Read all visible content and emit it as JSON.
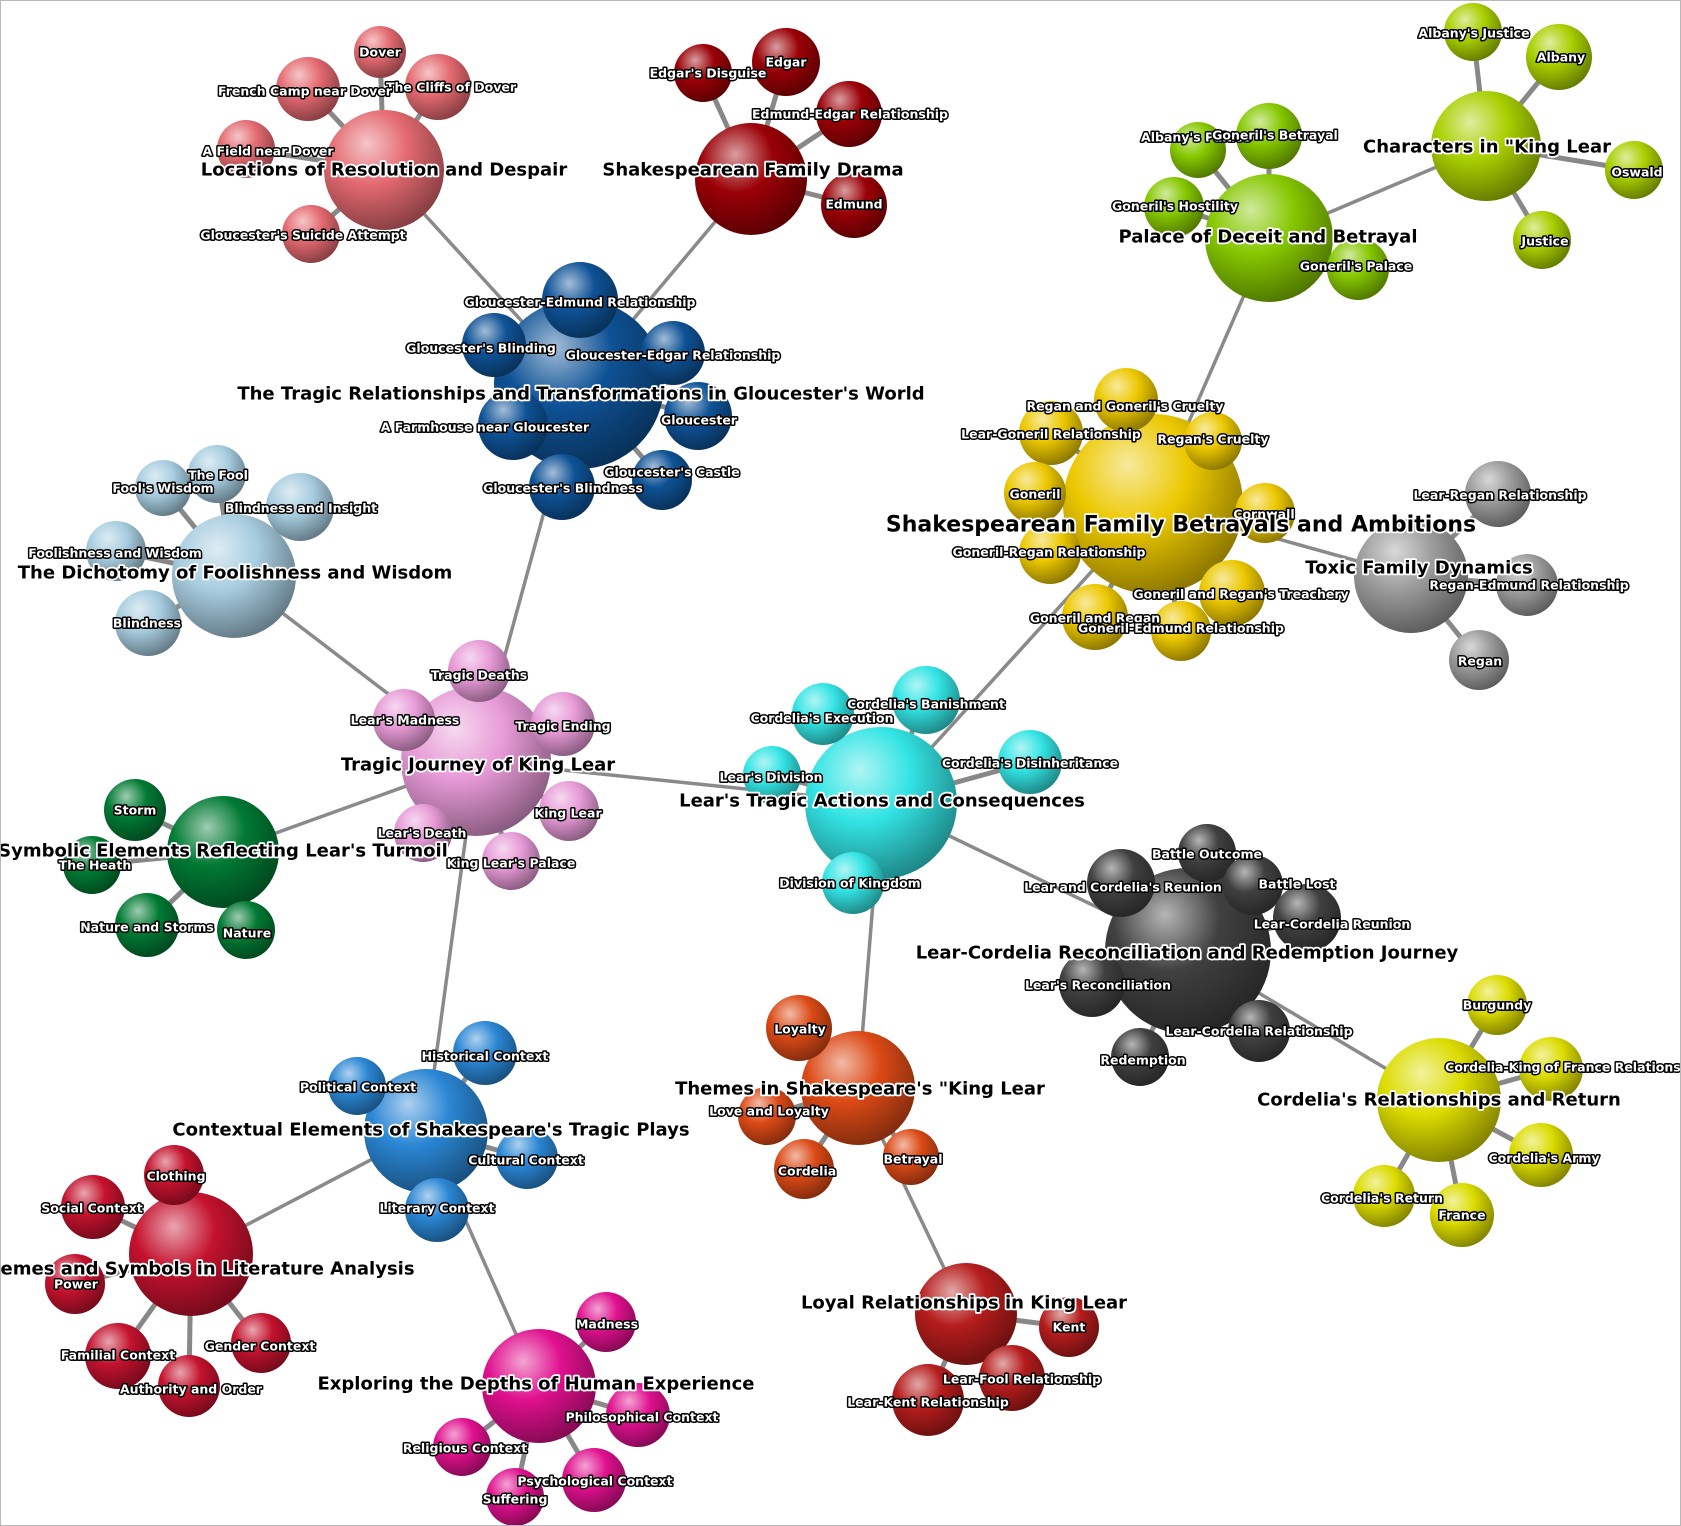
{
  "colors": {
    "salmon": "#e46a70",
    "darkred": "#9a0006",
    "navy": "#0e5296",
    "lightblue": "#a7cde0",
    "pink": "#e79ad7",
    "green": "#007a33",
    "cyan": "#33e4e4",
    "yellowgold": "#ecc800",
    "lime": "#86c800",
    "yellowgreen": "#a9d000",
    "gray": "#9c9c9c",
    "charcoal": "#404040",
    "orange": "#dc4a16",
    "crimson": "#c4122e",
    "steelblue": "#2a86d4",
    "magenta": "#e0108e",
    "brickred": "#b51c1c",
    "yellow": "#dcdc00",
    "edge": "#888888"
  },
  "clusters": [
    {
      "id": "resolution",
      "label": "Locations of Resolution and Despair",
      "color": "salmon",
      "children": [
        "Dover",
        "The Cliffs of Dover",
        "French Camp near Dover",
        "A Field near Dover",
        "Gloucester's Suicide Attempt"
      ]
    },
    {
      "id": "familydrama",
      "label": "Shakespearean Family Drama",
      "color": "darkred",
      "children": [
        "Edgar's Disguise",
        "Edgar",
        "Edmund-Edgar Relationship",
        "Edmund"
      ]
    },
    {
      "id": "gloucester",
      "label": "The Tragic Relationships and Transformations in Gloucester's World",
      "color": "navy",
      "children": [
        "Gloucester-Edmund Relationship",
        "Gloucester's Blinding",
        "Gloucester-Edgar Relationship",
        "A Farmhouse near Gloucester",
        "Gloucester",
        "Gloucester's Castle",
        "Gloucester's Blindness"
      ]
    },
    {
      "id": "foolishness",
      "label": "The Dichotomy of Foolishness and Wisdom",
      "color": "lightblue",
      "children": [
        "The Fool",
        "Fool's Wisdom",
        "Blindness and Insight",
        "Foolishness and Wisdom",
        "Blindness"
      ]
    },
    {
      "id": "journey",
      "label": "Tragic Journey of King Lear",
      "color": "pink",
      "children": [
        "Tragic Deaths",
        "Lear's Madness",
        "Tragic Ending",
        "King Lear",
        "Lear's Death",
        "King Lear's Palace"
      ]
    },
    {
      "id": "symbolic",
      "label": "Symbolic Elements Reflecting Lear's Turmoil",
      "color": "green",
      "children": [
        "Storm",
        "The Heath",
        "Nature and Storms",
        "Nature"
      ]
    },
    {
      "id": "actions",
      "label": "Lear's Tragic Actions and Consequences",
      "color": "cyan",
      "children": [
        "Cordelia's Banishment",
        "Cordelia's Execution",
        "Cordelia's Disinheritance",
        "Lear's Division",
        "Division of Kingdom"
      ]
    },
    {
      "id": "betrayals",
      "label": "Shakespearean Family Betrayals and Ambitions",
      "color": "yellowgold",
      "children": [
        "Regan and Goneril's Cruelty",
        "Lear-Goneril Relationship",
        "Regan's Cruelty",
        "Goneril",
        "Cornwall",
        "Goneril-Regan Relationship",
        "Goneril and Regan's Treachery",
        "Goneril and Regan",
        "Goneril-Edmund Relationship"
      ]
    },
    {
      "id": "palace",
      "label": "Palace of Deceit and Betrayal",
      "color": "lime",
      "children": [
        "Albany's Palace",
        "Goneril's Betrayal",
        "Goneril's Hostility",
        "Goneril's Palace"
      ]
    },
    {
      "id": "characters",
      "label": "Characters in \"King Lear",
      "color": "yellowgreen",
      "children": [
        "Albany's Justice",
        "Albany",
        "Oswald",
        "Justice"
      ]
    },
    {
      "id": "toxic",
      "label": "Toxic Family Dynamics",
      "color": "gray",
      "children": [
        "Lear-Regan Relationship",
        "Regan-Edmund Relationship",
        "Regan"
      ]
    },
    {
      "id": "reconciliation",
      "label": "Lear-Cordelia Reconciliation and Redemption Journey",
      "color": "charcoal",
      "children": [
        "Battle Outcome",
        "Battle Lost",
        "Lear-Cordelia Reunion",
        "Lear and Cordelia's Reunion",
        "Lear's Reconciliation",
        "Lear-Cordelia Relationship",
        "Redemption"
      ]
    },
    {
      "id": "themes",
      "label": "Themes in Shakespeare's \"King Lear",
      "color": "orange",
      "children": [
        "Loyalty",
        "Love and Loyalty",
        "Cordelia",
        "Betrayal"
      ]
    },
    {
      "id": "literature",
      "label": "Themes and Symbols in Literature Analysis",
      "color": "crimson",
      "children": [
        "Clothing",
        "Social Context",
        "Power",
        "Familial Context",
        "Authority and Order",
        "Gender Context"
      ]
    },
    {
      "id": "contextual",
      "label": "Contextual Elements of Shakespeare's Tragic Plays",
      "color": "steelblue",
      "children": [
        "Historical Context",
        "Political Context",
        "Cultural Context",
        "Literary Context"
      ]
    },
    {
      "id": "depths",
      "label": "Exploring the Depths of Human Experience",
      "color": "magenta",
      "children": [
        "Madness",
        "Philosophical Context",
        "Religious Context",
        "Psychological Context",
        "Suffering"
      ]
    },
    {
      "id": "loyal",
      "label": "Loyal Relationships in King Lear",
      "color": "brickred",
      "children": [
        "Kent",
        "Lear-Fool Relationship",
        "Lear-Kent Relationship"
      ]
    },
    {
      "id": "cordelia",
      "label": "Cordelia's Relationships and Return",
      "color": "yellow",
      "children": [
        "Burgundy",
        "Cordelia-King of France Relationship",
        "Cordelia's Army",
        "Cordelia's Return",
        "France"
      ]
    }
  ],
  "links": [
    [
      "resolution",
      "gloucester"
    ],
    [
      "familydrama",
      "gloucester"
    ],
    [
      "gloucester",
      "journey"
    ],
    [
      "foolishness",
      "journey"
    ],
    [
      "symbolic",
      "journey"
    ],
    [
      "journey",
      "actions"
    ],
    [
      "journey",
      "contextual"
    ],
    [
      "contextual",
      "literature"
    ],
    [
      "contextual",
      "depths"
    ],
    [
      "actions",
      "betrayals"
    ],
    [
      "betrayals",
      "palace"
    ],
    [
      "palace",
      "characters"
    ],
    [
      "betrayals",
      "toxic"
    ],
    [
      "actions",
      "reconciliation"
    ],
    [
      "reconciliation",
      "cordelia"
    ],
    [
      "actions",
      "themes"
    ],
    [
      "themes",
      "loyal"
    ]
  ]
}
